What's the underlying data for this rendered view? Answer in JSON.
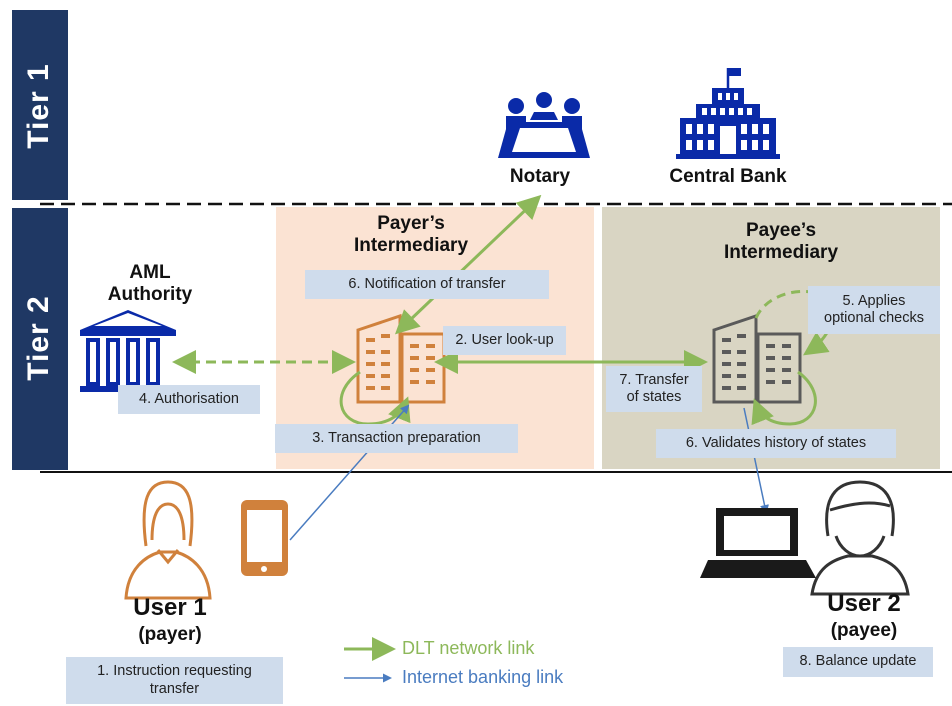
{
  "tiers": {
    "tier1": "Tier 1",
    "tier2": "Tier 2"
  },
  "actors": {
    "notary": "Notary",
    "central_bank": "Central Bank",
    "aml_authority": "AML\nAuthority",
    "payer_intermediary": "Payer’s\nIntermediary",
    "payee_intermediary": "Payee’s\nIntermediary",
    "user1_name": "User 1",
    "user1_role": "(payer)",
    "user2_name": "User 2",
    "user2_role": "(payee)"
  },
  "steps": {
    "instruction": "1. Instruction requesting\ntransfer",
    "user_lookup": "2. User look-up",
    "tx_preparation": "3. Transaction preparation",
    "authorisation": "4. Authorisation",
    "optional_checks": "5. Applies\noptional checks",
    "notification": "6. Notification of transfer",
    "validates_history": "6. Validates history of states",
    "transfer_states": "7. Transfer\nof states",
    "balance_update": "8. Balance update"
  },
  "legend": {
    "dlt_link": "DLT network link",
    "internet_link": "Internet banking link"
  },
  "colors": {
    "tier_bar": "#1f3864",
    "payer_bg": "#fbe3d3",
    "payee_bg": "#d9d5c3",
    "label_box": "#cfdcec",
    "dlt_green": "#8db85a",
    "internet_blue": "#4a7cc0",
    "icon_blue": "#0a2aa8",
    "icon_orange": "#d0813c",
    "icon_gray": "#5a5a5a"
  }
}
